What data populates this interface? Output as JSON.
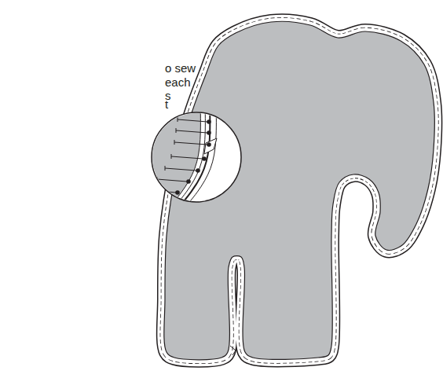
{
  "diagram": {
    "labels": [
      "o sew",
      "each",
      "s",
      "t"
    ]
  }
}
